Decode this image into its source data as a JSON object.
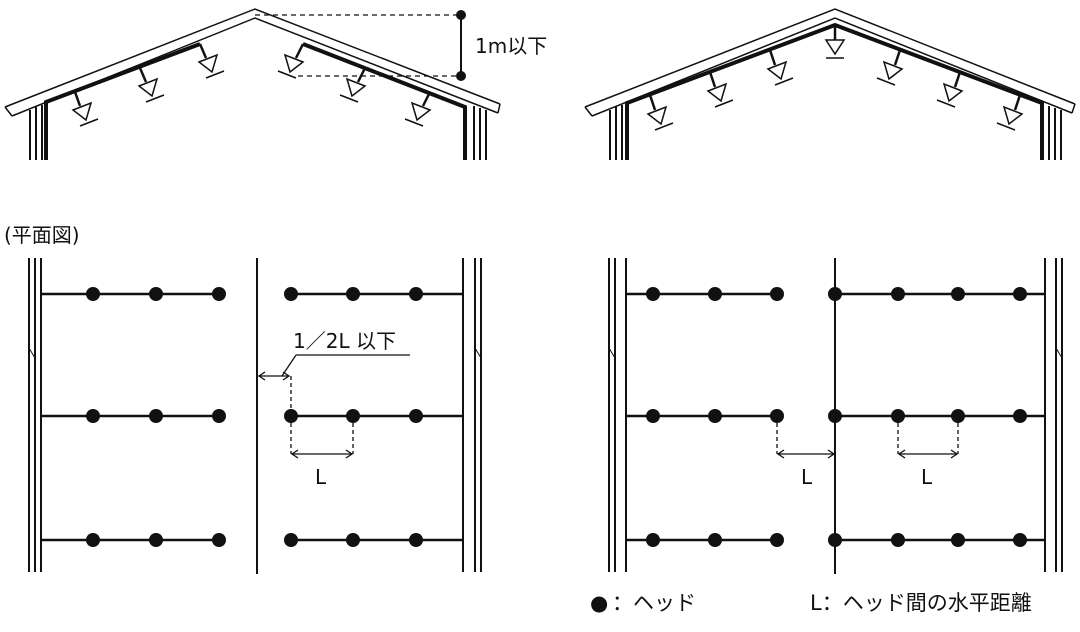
{
  "elevation": {
    "ridge_dimension_label": "1m以下"
  },
  "plan": {
    "section_label": "(平面図)",
    "left_panel": {
      "wall_offset_label": "1／2L 以下",
      "spacing_label": "L"
    },
    "right_panel": {
      "center_spacing_label": "L",
      "right_spacing_label": "L"
    }
  },
  "legend": {
    "head_symbol": "●",
    "head_text": "：ヘッド",
    "spacing_text": "L：ヘッド間の水平距離"
  }
}
